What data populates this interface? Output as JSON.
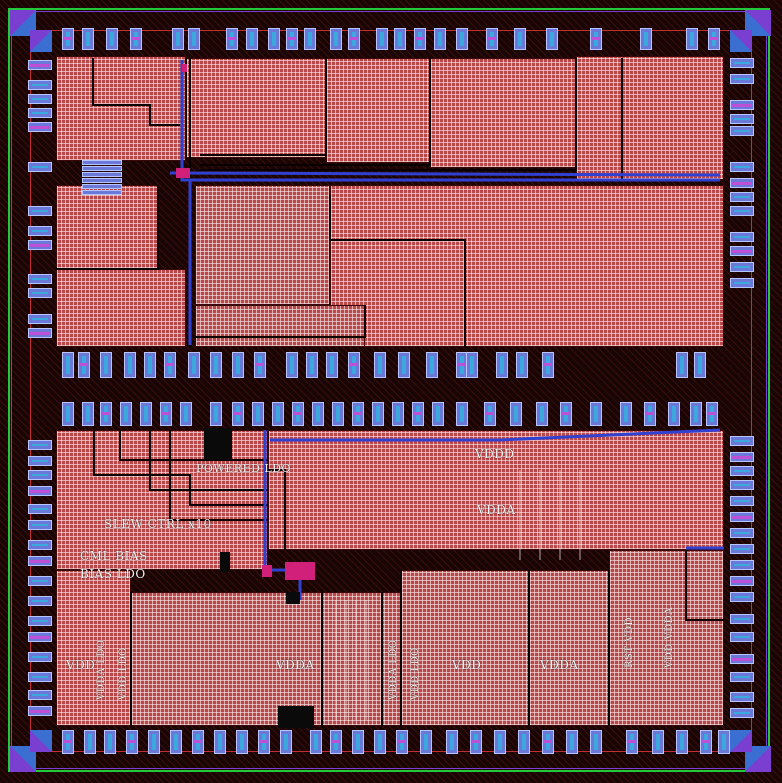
{
  "layout_viewer": {
    "labels": {
      "vddd_top": "VDDD",
      "vdda_mid": "VDDA",
      "powered_ldo": "POWERED LDO",
      "slew_ctrl": "SLEW CTRL x10",
      "cml_bias": "CML BIAS",
      "bias_ldo": "BIAS LDO",
      "vddd_bottom_left": "VDD",
      "vdda_bottom_center": "VDDA",
      "vdd_bottom_right": "VDD",
      "vdda_bottom_right": "VDDA",
      "vert_label_1": "VDDA LDO",
      "vert_label_2": "VDD LDO",
      "vert_label_3": "VDDA LDO",
      "vert_label_4": "VDD LDO",
      "vert_label_5": "RST VDD",
      "vert_label_6": "VDD VDDA"
    },
    "colors": {
      "metal_fill": "#b8484a",
      "substrate": "#1a0505",
      "pad_blue": "#6a78d8",
      "pad_cyan": "#2fb4e0",
      "pad_magenta": "#c04fd8",
      "outline_green": "#22c83a",
      "seal_red": "#c03030",
      "routing_blue": "#3040d0"
    },
    "icons": [
      "corner-marker-icon"
    ]
  }
}
